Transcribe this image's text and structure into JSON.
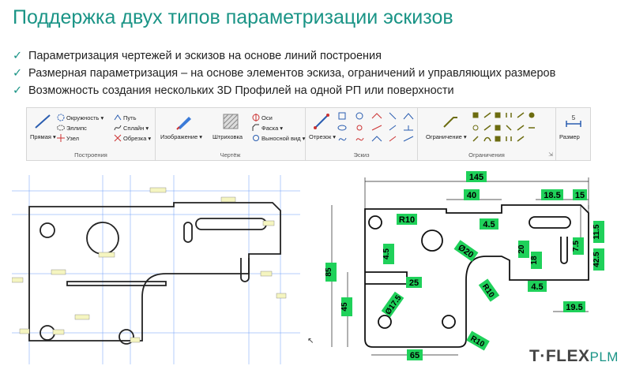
{
  "title": "Поддержка двух типов параметризации эскизов",
  "bullets": [
    "Параметризация чертежей и эскизов на основе линий построения",
    "Размерная параметризация – на основе элементов эскиза, ограничений и управляющих размеров",
    "Возможность создания нескольких 3D Профилей на одной РП или поверхности"
  ],
  "ribbon": {
    "groups": {
      "construction": "Построения",
      "drawing": "Чертёж",
      "sketch": "Эскиз",
      "constraints": "Ограничения"
    },
    "construction": {
      "straight": "Прямая",
      "circle": "Окружность",
      "ellipse": "Эллипс",
      "node": "Узел",
      "path": "Путь",
      "spline": "Сплайн",
      "trim": "Обрезка"
    },
    "drawing": {
      "image": "Изображение",
      "hatch": "Штриховка",
      "axes": "Оси",
      "chamfer": "Фаска",
      "callout": "Выносной вид"
    },
    "sketch": {
      "segment": "Отрезок"
    },
    "constraints": {
      "constraint": "Ограничение"
    },
    "dimension": {
      "label": "Размер",
      "value": "5"
    }
  },
  "right_dims": {
    "d145": "145",
    "d40": "40",
    "d18_5": "18.5",
    "d15": "15",
    "r10_top": "R10",
    "d4_5_top": "4.5",
    "d4_5_left": "4.5",
    "d20dia": "Ø20",
    "d25": "25",
    "d85": "85",
    "d45": "45",
    "d17_5": "Ø17.5",
    "r10_mid": "R10",
    "r10_bot": "R10",
    "d65": "65",
    "d11_5": "11.5",
    "d42_5": "42.5",
    "d7_5": "7.5",
    "d20": "20",
    "d18": "18",
    "d4_5_right": "4.5",
    "d19_5": "19.5"
  },
  "logo": {
    "main": "T·FLEX",
    "suffix": "PLM"
  },
  "colors": {
    "accent": "#1a9486",
    "dim_green": "#1fd15a",
    "ribbon_bg": "#f7f7f7"
  }
}
